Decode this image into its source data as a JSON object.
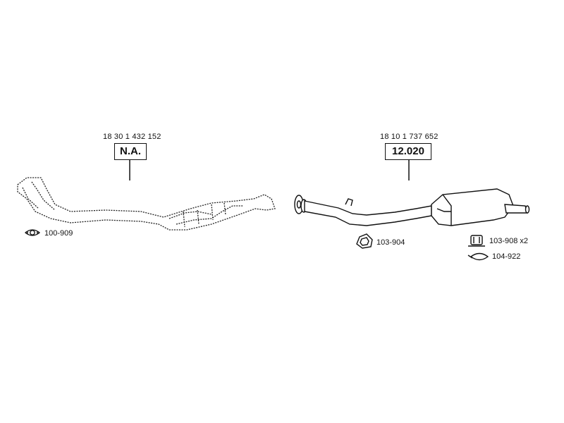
{
  "left_part": {
    "oem_number": "18 30 1 432 152",
    "box_label": "N.A."
  },
  "right_part": {
    "oem_number": "18 10 1 737 652",
    "box_label": "12.020"
  },
  "accessories": [
    {
      "code": "100-909",
      "icon": "flange-gasket-icon"
    },
    {
      "code": "103-904",
      "icon": "clamp-icon"
    },
    {
      "code": "103-908 x2",
      "icon": "rubber-mount-icon"
    },
    {
      "code": "104-922",
      "icon": "sealing-ring-icon"
    }
  ]
}
